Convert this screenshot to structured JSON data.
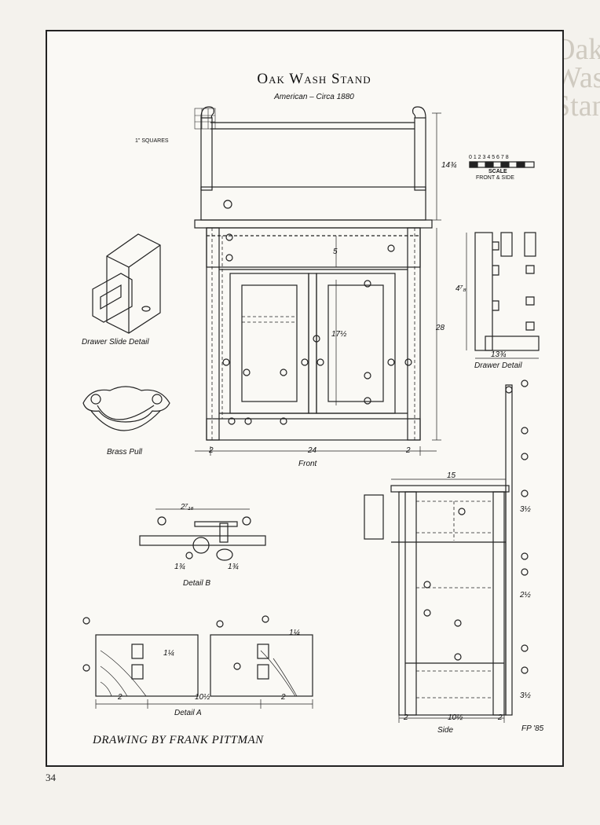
{
  "title": "Oak Wash Stand",
  "subtitle": "American – Circa 1880",
  "credit": "DRAWING BY FRANK PITTMAN",
  "page_number": "34",
  "signature": "FP '85",
  "labels": {
    "squares": "1\" SQUARES",
    "drawer_slide": "Drawer Slide Detail",
    "brass_pull": "Brass Pull",
    "front": "Front",
    "side": "Side",
    "detail_a": "Detail A",
    "detail_b": "Detail B",
    "drawer_detail": "Drawer Detail",
    "scale": "SCALE",
    "scale_sub": "FRONT & SIDE",
    "scale_nums": "0 1 2 3 4 5 6 7 8"
  },
  "dims": {
    "d14": "14¾",
    "d28": "28",
    "d5": "5",
    "d17": "17½",
    "d24": "24",
    "d2a": "2",
    "d2b": "2",
    "d15": "15",
    "d3a": "3½",
    "d2c": "2½",
    "d3b": "3½",
    "d10s": "10½",
    "d2s1": "2",
    "d2s2": "2",
    "d13": "13¾",
    "d4": "4⁷₈",
    "ddb": "2⁷₁₆",
    "ddb1": "1¾",
    "ddb2": "1¾",
    "da1": "2",
    "da2": "10½",
    "da3": "2",
    "da4": "1¼",
    "da5": "1¼"
  },
  "bleed": "Oak\nWash\nStand"
}
